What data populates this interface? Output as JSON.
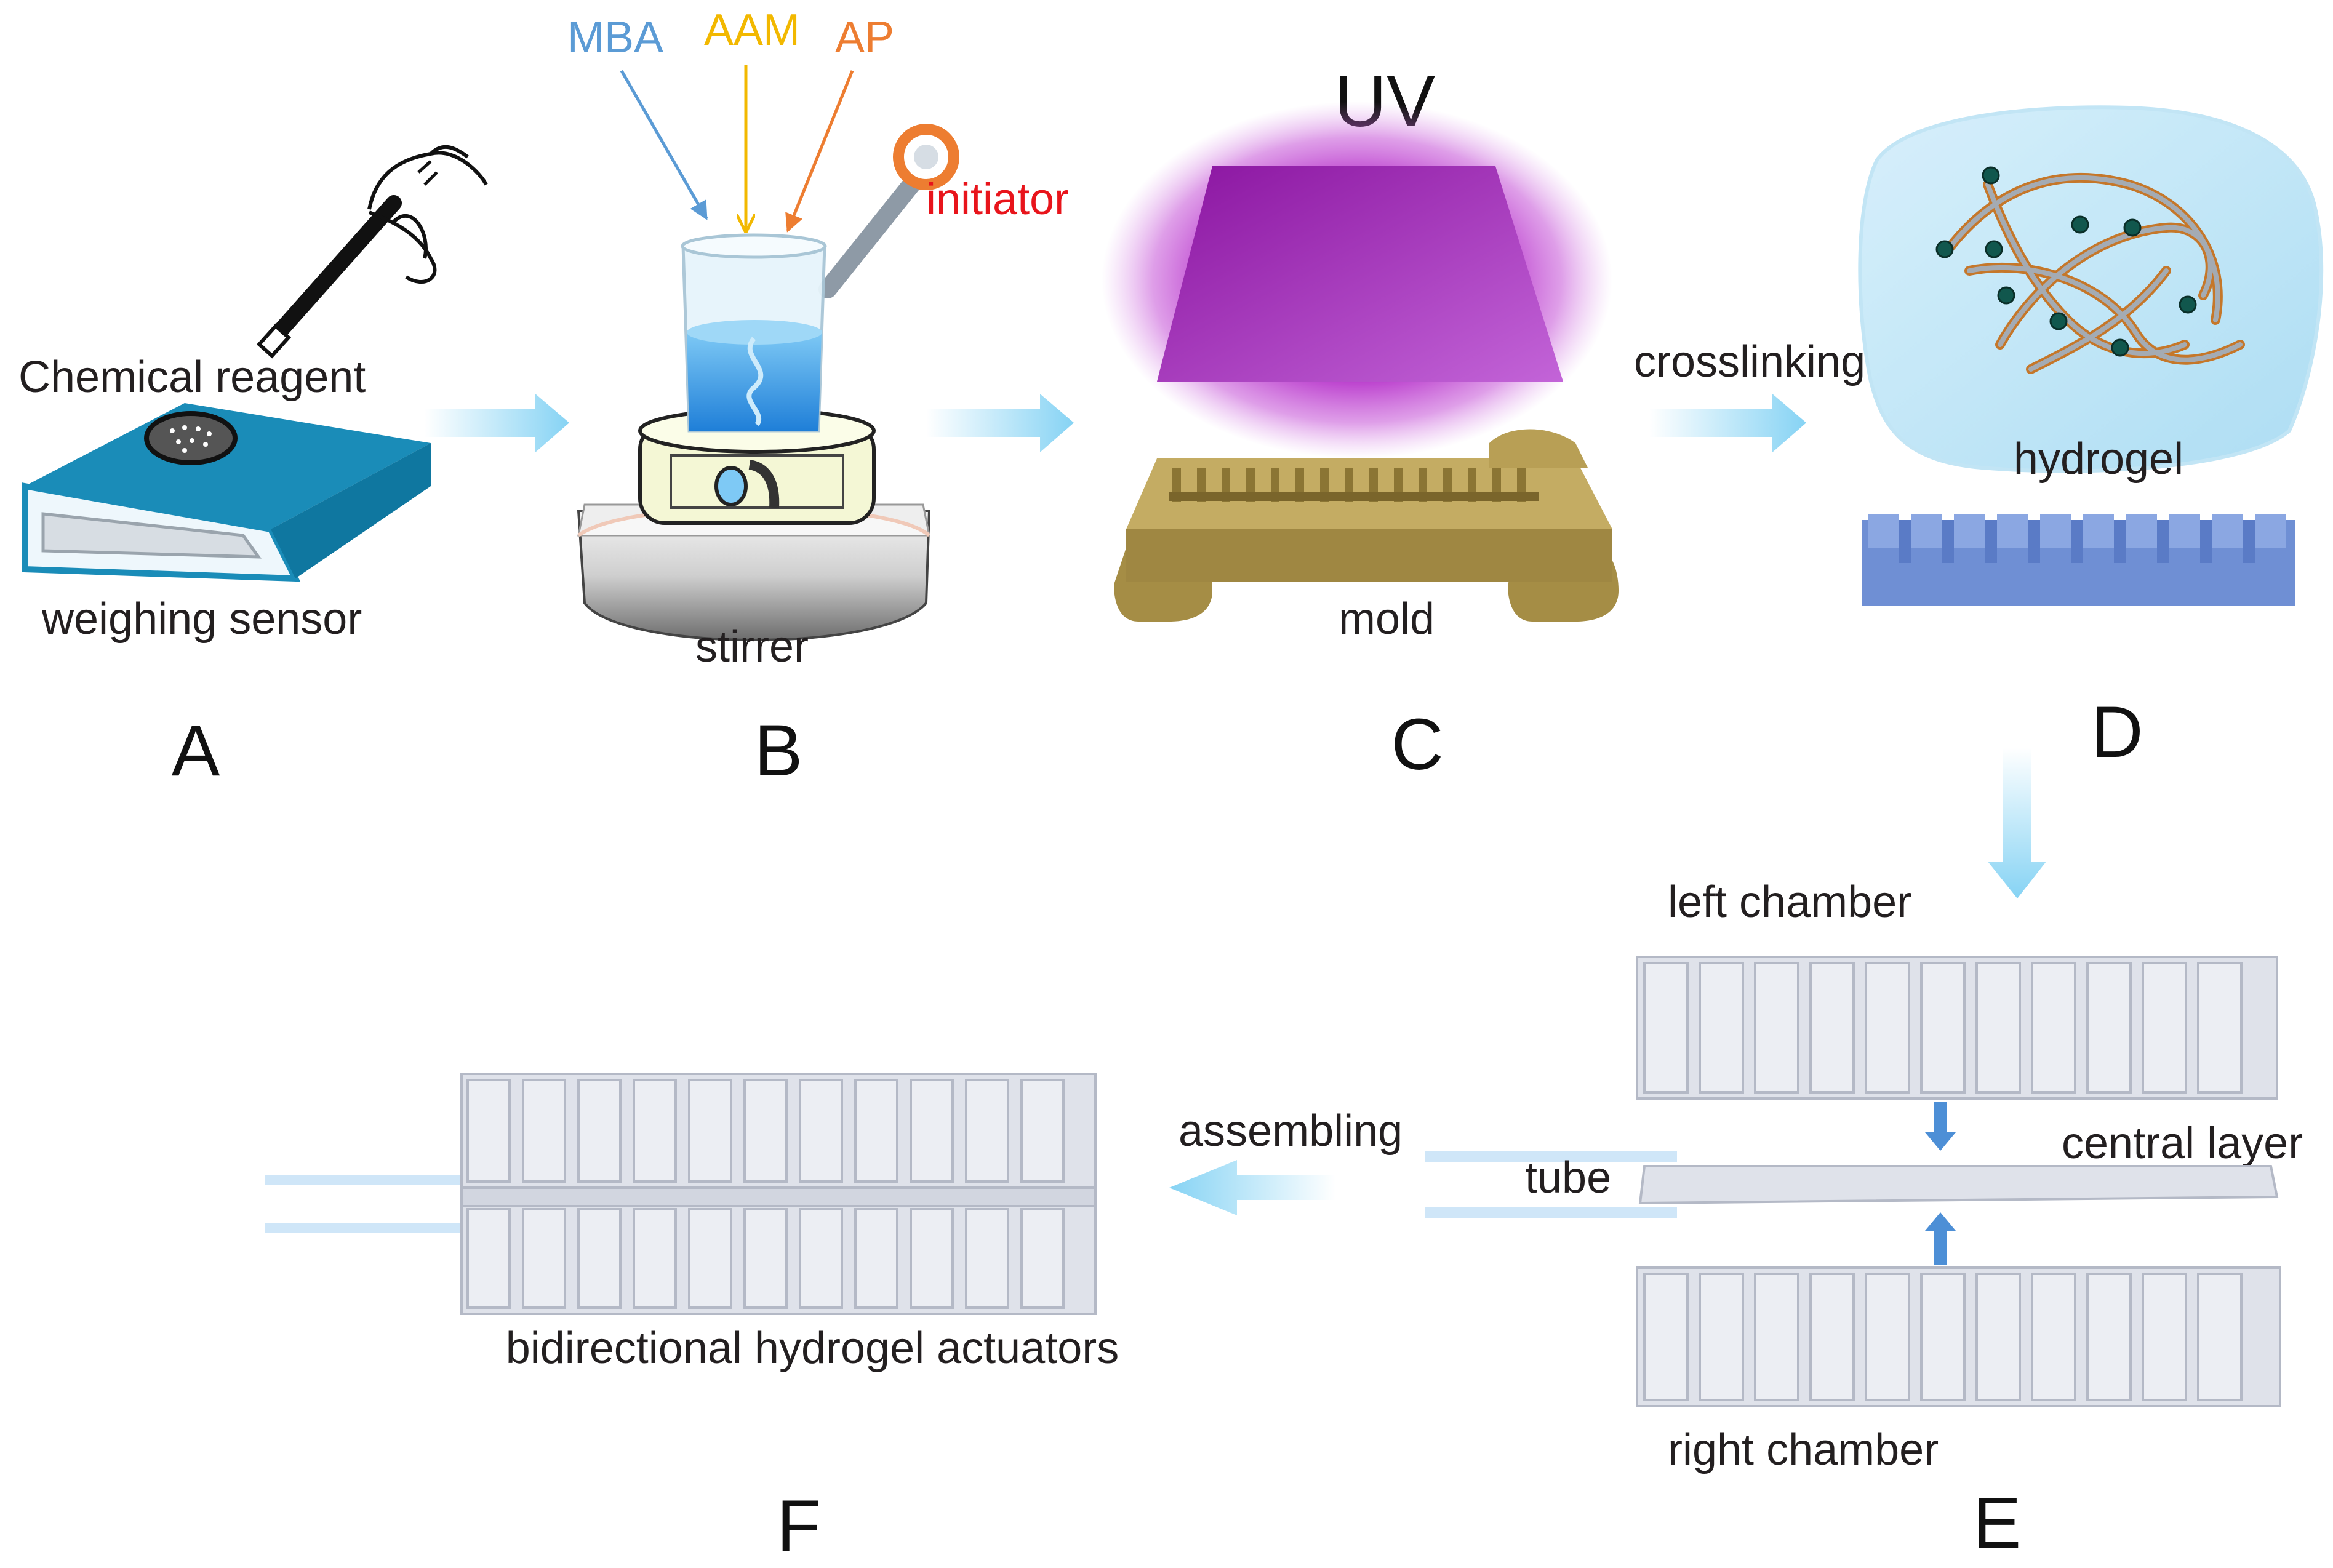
{
  "steps": {
    "a": {
      "letter": "A",
      "reagent_label": "Chemical reagent",
      "device_label": "weighing sensor"
    },
    "b": {
      "letter": "B",
      "mba": "MBA",
      "aam": "AAM",
      "ap": "AP",
      "initiator": "initiator",
      "device_label": "stirrer"
    },
    "c": {
      "letter": "C",
      "uv": "UV",
      "mold_label": "mold"
    },
    "d": {
      "letter": "D",
      "crosslinking": "crosslinking",
      "hydrogel": "hydrogel"
    },
    "e": {
      "letter": "E",
      "left_chamber": "left chamber",
      "central_layer": "central layer",
      "tube": "tube",
      "right_chamber": "right chamber"
    },
    "f": {
      "letter": "F",
      "assembling": "assembling",
      "actuators": "bidirectional hydrogel actuators"
    }
  },
  "colors": {
    "mba": "#5b9bd5",
    "aam": "#f2b800",
    "ap": "#ed7d31",
    "initiator": "#e8141b",
    "flow_arrow": "#86d3f4",
    "sensor": "#1a8cb8",
    "mold": "#b09a50",
    "uv_glow": "#b52fc9",
    "chamber": "#dfe2ea"
  }
}
